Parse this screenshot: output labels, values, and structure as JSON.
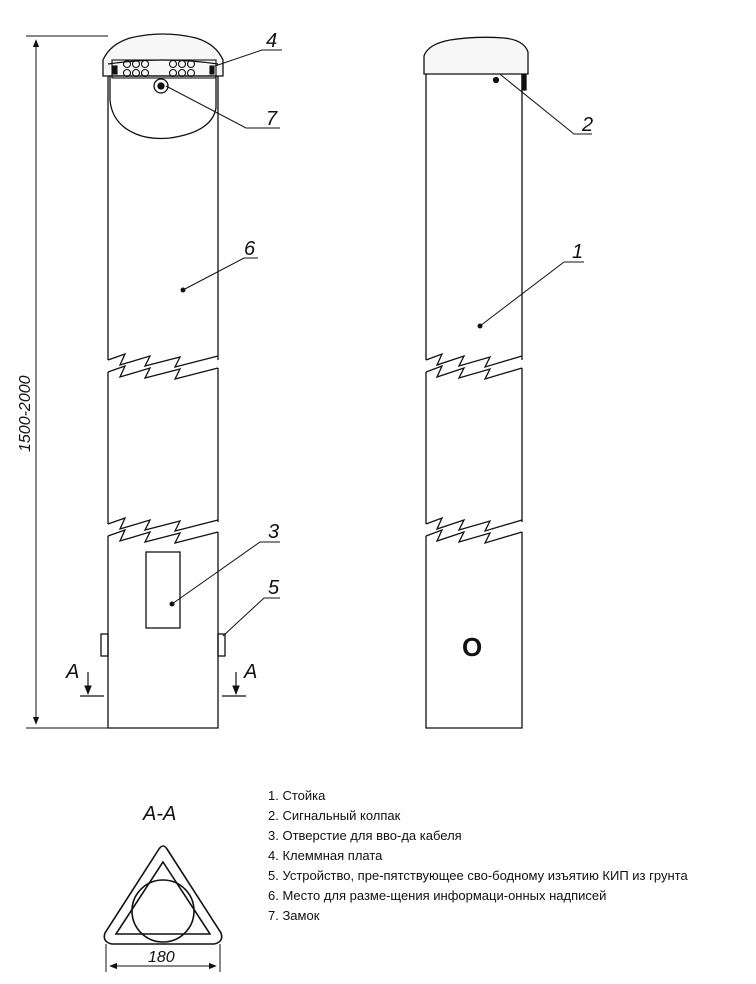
{
  "dimension": {
    "height_label": "1500-2000",
    "width_label": "180"
  },
  "section": {
    "title": "А-А",
    "cut_label_left": "А",
    "cut_label_right": "А"
  },
  "callouts": {
    "c1": "1",
    "c2": "2",
    "c3": "3",
    "c4": "4",
    "c5": "5",
    "c6": "6",
    "c7": "7"
  },
  "rear_marking": "O",
  "legend": [
    "1. Стойка",
    "2. Сигнальный колпак",
    "3. Отверстие для вво-да кабеля",
    "4. Клеммная плата",
    "5. Устройство, пре-пятствующее сво-бодному изъятию КИП из грунта",
    "6. Место для разме-щения информаци-онных надписей",
    "7. Замок"
  ]
}
